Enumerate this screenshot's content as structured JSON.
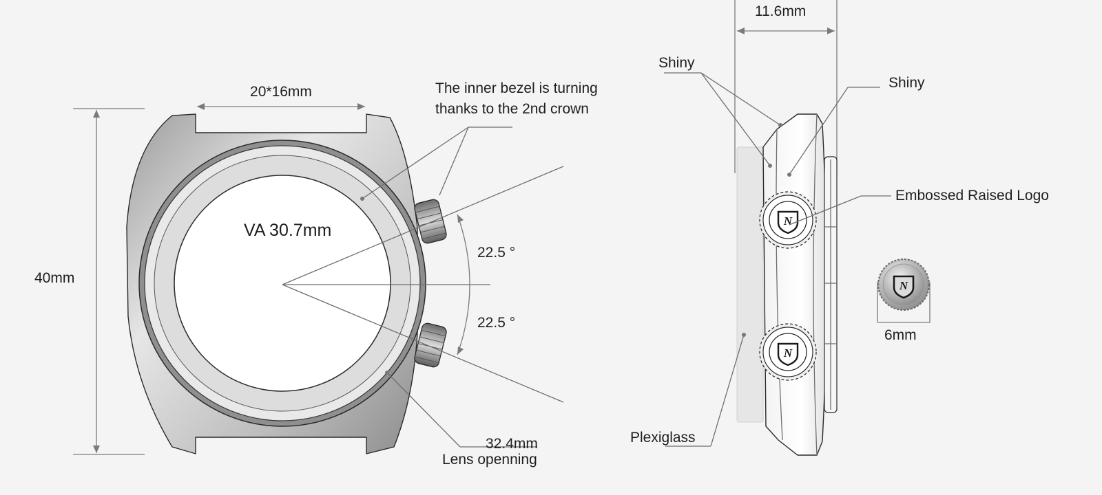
{
  "front_view": {
    "lug_width_label": "20*16mm",
    "height_label": "40mm",
    "view_area_label": "VA 30.7mm",
    "bezel_note_line1": "The inner bezel is turning",
    "bezel_note_line2": "thanks to the 2nd crown",
    "angle_upper_label": "22.5 °",
    "angle_lower_label": "22.5 °",
    "lens_size_label": "32.4mm",
    "lens_caption": "Lens openning"
  },
  "side_view": {
    "thickness_label": "11.6mm",
    "shiny_left_label": "Shiny",
    "shiny_right_label": "Shiny",
    "logo_label": "Embossed Raised Logo",
    "glass_label": "Plexiglass",
    "crown_diameter_label": "6mm"
  },
  "crown_logo_letter": "N",
  "colors": {
    "background": "#f4f4f4",
    "case_metal": "#bdbdbd",
    "dial_white": "#ffffff",
    "line": "#6e6e6e",
    "text": "#1e1e1e"
  }
}
